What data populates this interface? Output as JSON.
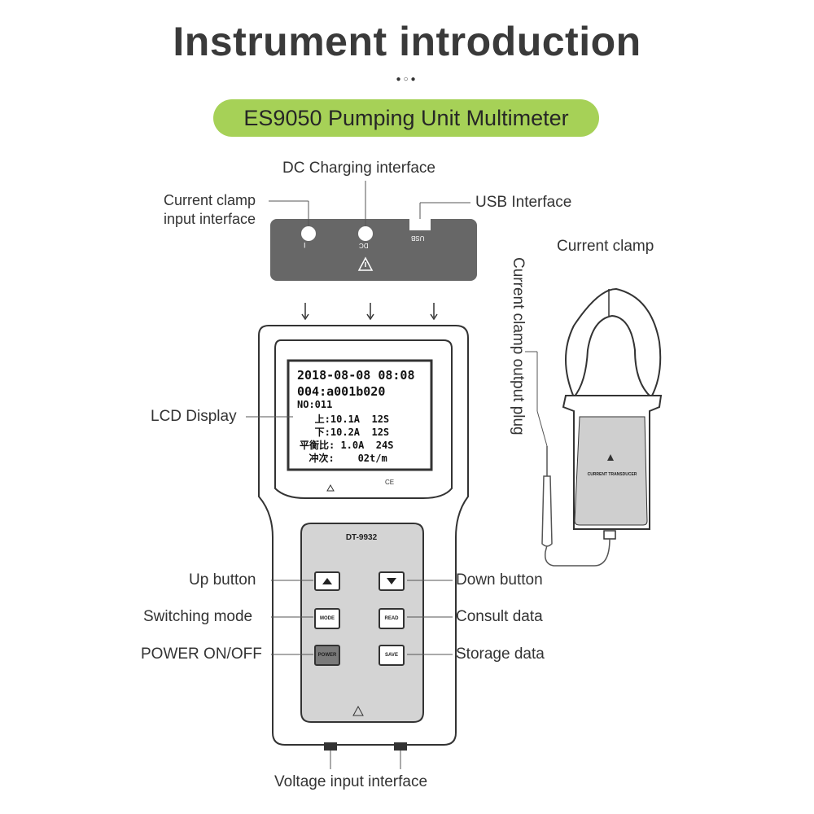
{
  "title": "Instrument introduction",
  "dots": "●○●",
  "product_name": "ES9050 Pumping Unit Multimeter",
  "labels": {
    "dc_charging": "DC Charging interface",
    "current_clamp_input": [
      "Current clamp",
      "input interface"
    ],
    "usb_interface": "USB Interface",
    "current_clamp": "Current clamp",
    "clamp_output_plug": "Current clamp output plug",
    "lcd_display": "LCD Display",
    "up_button": "Up button",
    "down_button": "Down button",
    "switching_mode": "Switching mode",
    "consult_data": "Consult data",
    "power_on_off": "POWER ON/OFF",
    "storage_data": "Storage data",
    "voltage_input": "Voltage input interface"
  },
  "port_panel": {
    "port_i": "I",
    "port_dc": "DC",
    "port_usb": "USB"
  },
  "lcd": {
    "line1": "2018-08-08 08:08",
    "line2": "004:a001b020",
    "line3": "NO:011",
    "line4": "   上:10.1A  12S",
    "line5": "   下:10.2A  12S",
    "line6": "平衡比: 1.0A  24S",
    "line7": "  冲次:    02t/m",
    "ce_mark": "CE"
  },
  "keypad": {
    "model": "DT-9932",
    "mode": "MODE",
    "read": "READ",
    "power": "POWER",
    "save": "SAVE"
  },
  "clamp": {
    "label_text": "CURRENT TRANSDUCER"
  }
}
